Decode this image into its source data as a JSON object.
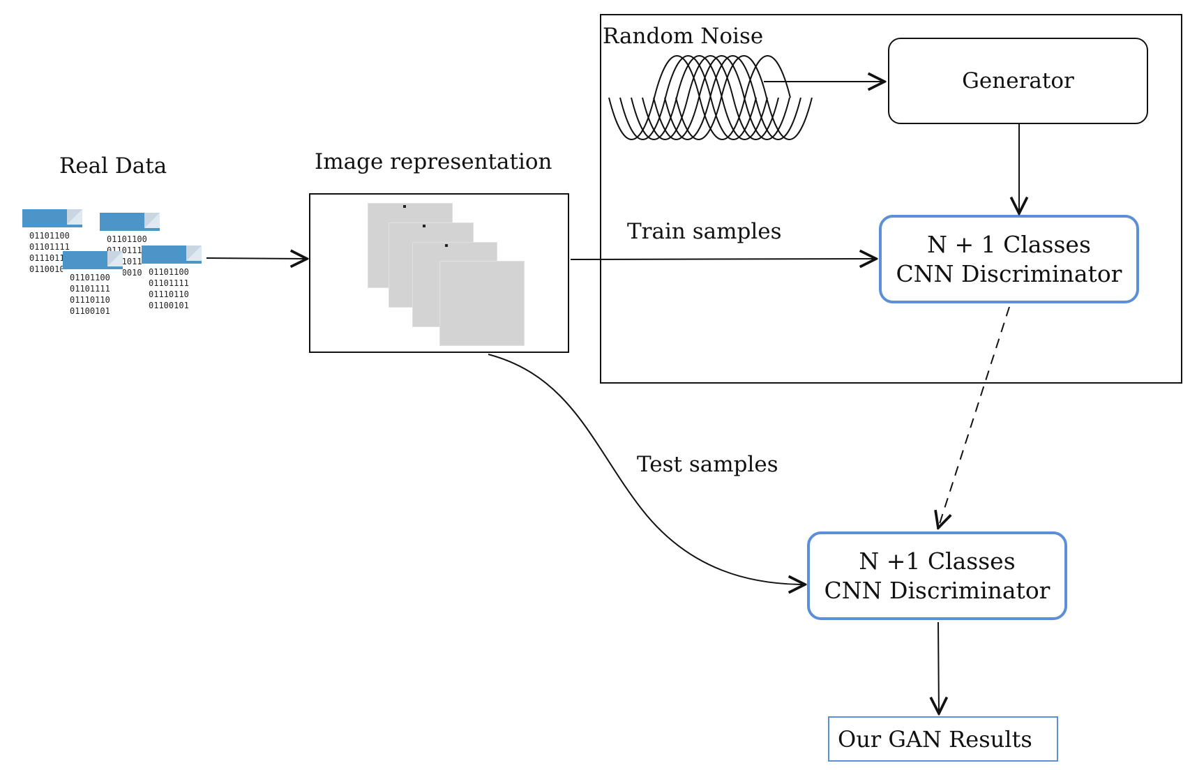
{
  "labels": {
    "real_data": "Real Data",
    "image_representation": "Image representation",
    "random_noise": "Random Noise",
    "generator": "Generator",
    "train_samples": "Train samples",
    "test_samples": "Test samples",
    "results": "Our GAN Results"
  },
  "discriminator_top": {
    "line1": "N + 1 Classes",
    "line2": "CNN Discriminator"
  },
  "discriminator_bottom": {
    "line1": "N +1 Classes",
    "line2": "CNN Discriminator"
  },
  "documents": [
    {
      "lines": [
        "01101100",
        "01101111",
        "01110110",
        "01100101"
      ]
    },
    {
      "lines": [
        "01101100",
        "01101111",
        "01110110",
        "01100101"
      ]
    },
    {
      "lines": [
        "01101100",
        "01101111",
        "01110110",
        "01100101"
      ]
    },
    {
      "lines": [
        "01101100",
        "01101111",
        "01110110",
        "01100101"
      ]
    }
  ],
  "colors": {
    "accent_border": "#5b8fd6",
    "doc_header": "#4b95c9",
    "ink": "#111111"
  }
}
